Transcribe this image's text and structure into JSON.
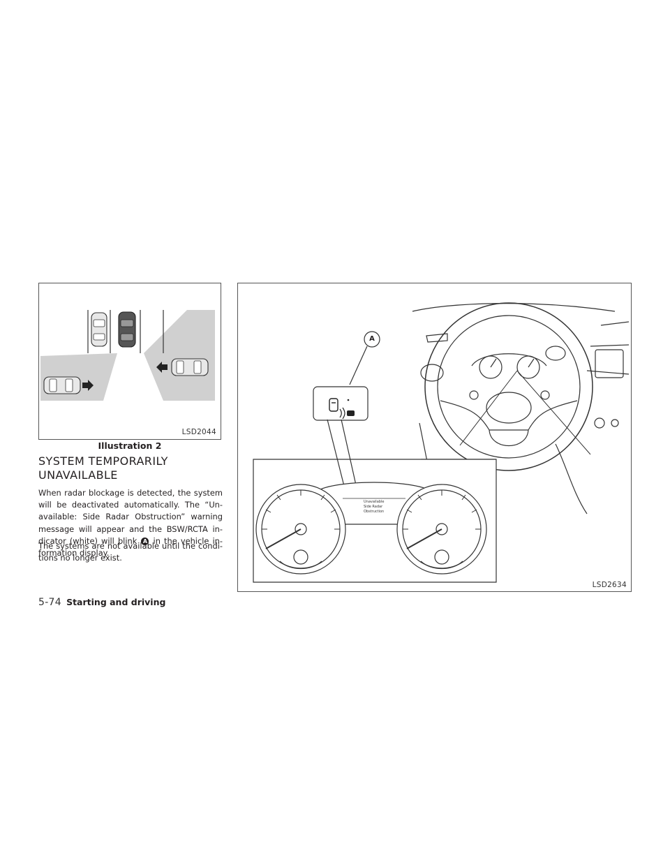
{
  "figure1": {
    "code": "LSD2044",
    "caption": "Illustration 2",
    "icons": [
      "car-icon",
      "arrow-right-icon",
      "arrow-left-icon",
      "radar-zone"
    ]
  },
  "section": {
    "heading_line1": "SYSTEM TEMPORARILY",
    "heading_line2": "UNAVAILABLE",
    "paragraph1_before": "When radar blockage is detected, the system will be deactivated automatically. The “Un-available: Side Radar Obstruction” warning message will appear and the BSW/RCTA in-dicator (white) will blink",
    "marker": "A",
    "paragraph1_after": "in the vehicle in-formation display.",
    "paragraph2": "The systems are not available until the condi-tions no longer exist."
  },
  "figure2": {
    "code": "LSD2634",
    "callout": "A",
    "display_message": [
      "Unavailable",
      "Side Radar",
      "Obstruction"
    ]
  },
  "footer": {
    "page_number": "5-74",
    "section_title": "Starting and driving"
  }
}
